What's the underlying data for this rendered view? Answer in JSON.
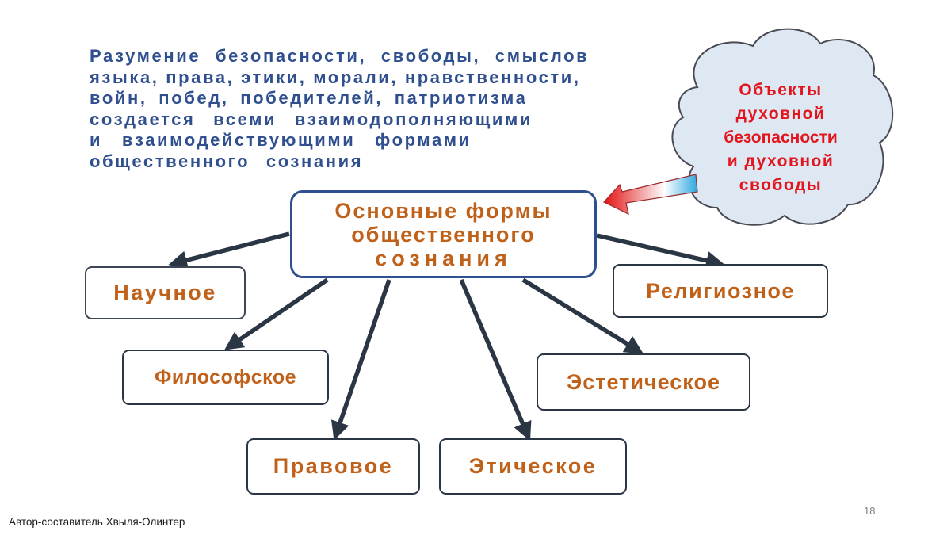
{
  "intro": {
    "lines": [
      "Разумение безопасности, свободы, смыслов",
      "языка, права, этики, морали, нравственности,",
      "войн, побед, победителей, патриотизма",
      "создается всеми взаимодополняющими",
      "и взаимодействующими формами",
      "общественного сознания"
    ]
  },
  "center": {
    "lines": [
      "Основные формы",
      "общественного",
      "сознания"
    ]
  },
  "cloud": {
    "lines": [
      "Объекты",
      "духовной",
      "безопасности",
      "и духовной",
      "свободы"
    ]
  },
  "forms": {
    "scientific": "Научное",
    "philosophical": "Философское",
    "legal": "Правовое",
    "ethical": "Этическое",
    "aesthetic": "Эстетическое",
    "religious": "Религиозное"
  },
  "colors": {
    "intro_text": "#2f4f8f",
    "center_border": "#2f4f8f",
    "box_text": "#c0611a",
    "box_border": "#2b3645",
    "arrow": "#2b3645",
    "cloud_fill": "#dde8f3",
    "cloud_text": "#e3141c"
  },
  "footer": {
    "page_number": "18",
    "author": "Автор-составитель Хвыля-Олинтер"
  }
}
